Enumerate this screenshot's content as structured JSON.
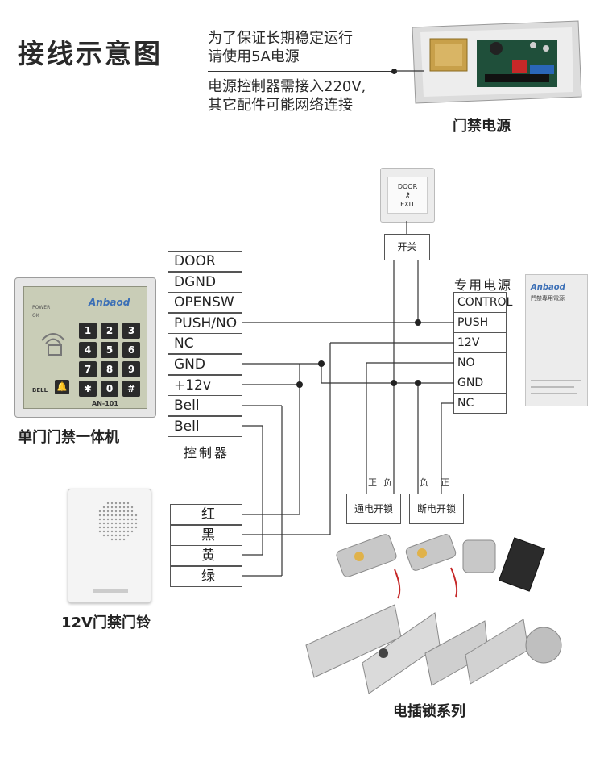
{
  "header": {
    "title": "接线示意图",
    "note_line1": "为了保证长期稳定运行",
    "note_line2": "请使用5A电源",
    "note_line3": "电源控制器需接入220V,",
    "note_line4": "其它配件可能网络连接"
  },
  "psu_photo": {
    "caption": "门禁电源"
  },
  "exit_button": {
    "line1": "DOOR",
    "line2": "EXIT",
    "switch_label": "开关"
  },
  "keypad": {
    "brand": "Anbaod",
    "model": "AN-101",
    "led1": "POWER",
    "led2": "OK",
    "bell_label": "BELL",
    "keys": [
      "1",
      "2",
      "3",
      "4",
      "5",
      "6",
      "7",
      "8",
      "9",
      "✱",
      "0",
      "#"
    ],
    "caption": "单门门禁一体机"
  },
  "controller": {
    "terminals": [
      "DOOR",
      "DGND",
      "OPENSW",
      "PUSH/NO",
      "NC",
      "GND",
      "+12v",
      "Bell",
      "Bell"
    ],
    "label": "控制器"
  },
  "dedicated_power": {
    "label": "专用电源",
    "terminals": [
      "CONTROL",
      "PUSH",
      "12V",
      "NO",
      "GND",
      "NC"
    ],
    "brand": "Anbaod",
    "subtitle": "門禁專用電源"
  },
  "locks": {
    "fail_secure": "通电开锁",
    "fail_safe": "断电开锁",
    "pos": "正",
    "neg": "负",
    "caption": "电插锁系列"
  },
  "doorbell": {
    "wires": [
      "红",
      "黑",
      "黄",
      "绿"
    ],
    "caption": "12V门禁门铃"
  },
  "colors": {
    "line": "#333333",
    "panel": "#c9cdb7",
    "key": "#2b2b2b",
    "accent": "#3b6fb6"
  }
}
